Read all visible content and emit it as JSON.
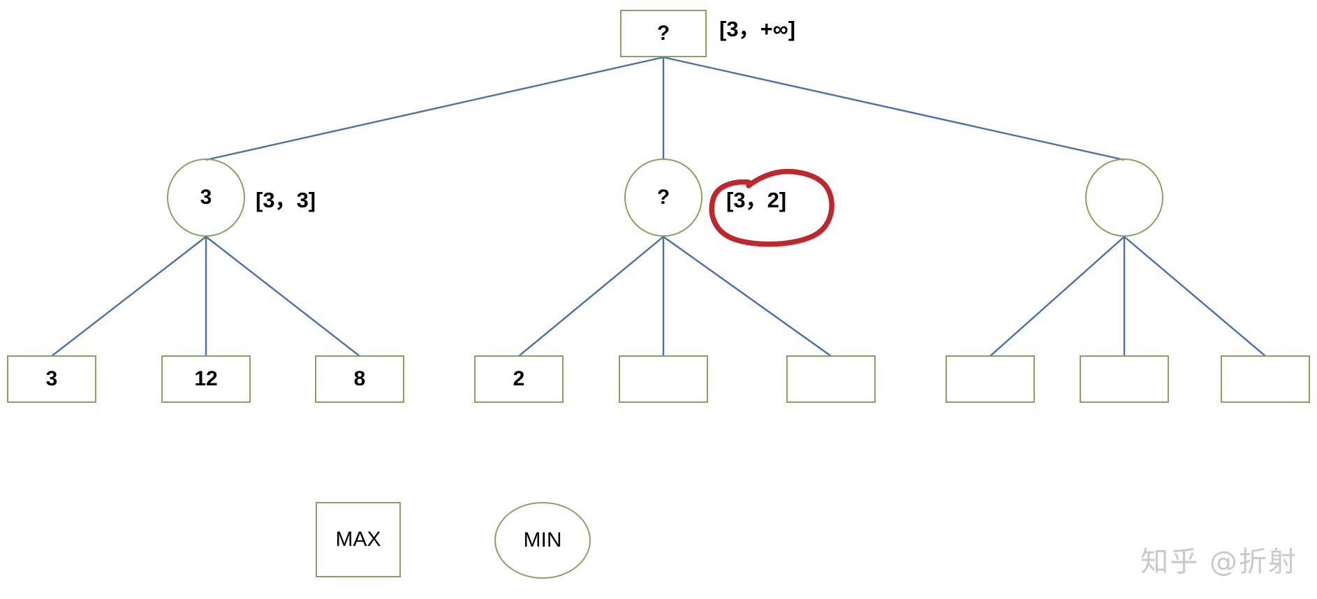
{
  "diagram": {
    "title": "minimax-game-tree-alpha-beta",
    "colors": {
      "node_border": "#88a361",
      "edge": "#4a6fad",
      "annotation": "#c0272d",
      "text": "#000000",
      "background": "#ffffff",
      "watermark": "#c9c9c9"
    },
    "root": {
      "label": "?",
      "range": "[3，+∞]",
      "shape": "square",
      "role": "MAX"
    },
    "level2": [
      {
        "label": "3",
        "range": "[3，3]",
        "shape": "circle",
        "role": "MIN",
        "annotated": false
      },
      {
        "label": "?",
        "range": "[3，2]",
        "shape": "circle",
        "role": "MIN",
        "annotated": true
      },
      {
        "label": "",
        "range": "",
        "shape": "circle",
        "role": "MIN",
        "annotated": false
      }
    ],
    "leaves": [
      {
        "label": "3"
      },
      {
        "label": "12"
      },
      {
        "label": "8"
      },
      {
        "label": "2"
      },
      {
        "label": ""
      },
      {
        "label": ""
      },
      {
        "label": ""
      },
      {
        "label": ""
      },
      {
        "label": ""
      }
    ],
    "legend": [
      {
        "label": "MAX",
        "shape": "square"
      },
      {
        "label": "MIN",
        "shape": "circle"
      }
    ],
    "watermark": "知乎 @折射"
  }
}
